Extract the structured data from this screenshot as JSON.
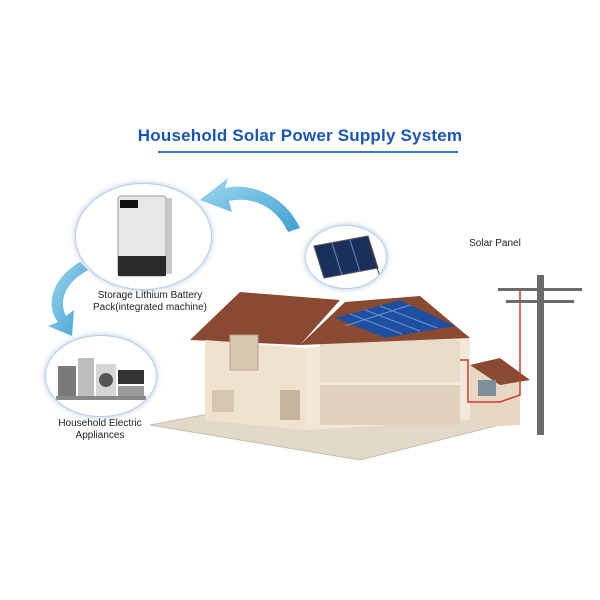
{
  "title": "Household Solar Power Supply System",
  "labels": {
    "solar_panel": "Solar Panel",
    "battery_line1": "Storage Lithium Battery",
    "battery_line2": "Pack(integrated machine)",
    "appliances_line1": "Household Electric",
    "appliances_line2": "Appliances"
  },
  "colors": {
    "title": "#1a56b8",
    "arrow": "#5bb8e0",
    "roof": "#8a4a32",
    "wall": "#efe2cf",
    "panel": "#1f4f9e",
    "wire": "#d23a2a"
  }
}
